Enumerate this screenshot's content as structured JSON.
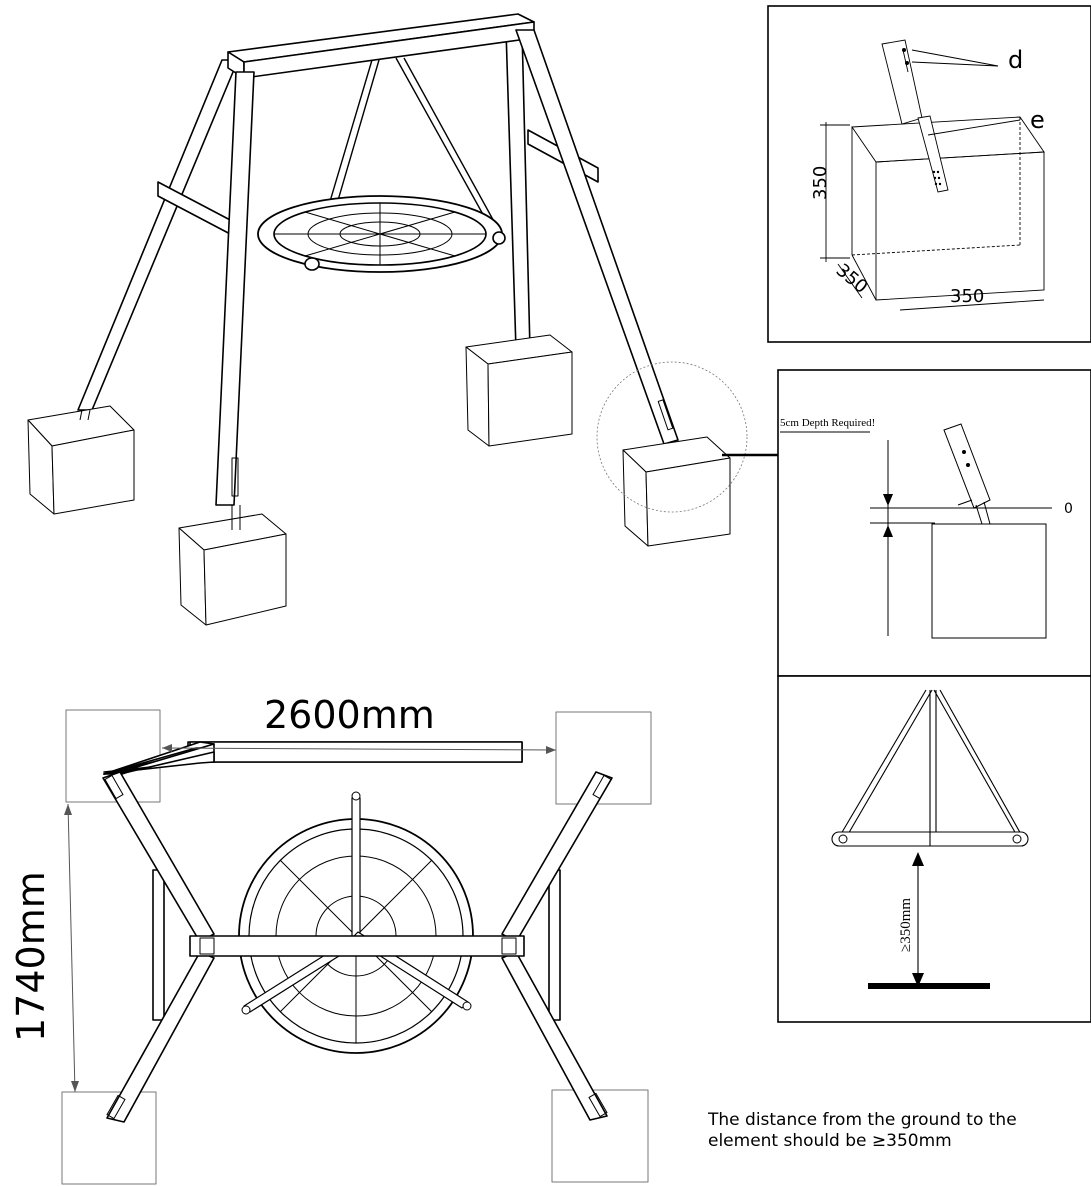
{
  "labels": {
    "d": "d",
    "e": "e",
    "cube_height": "350",
    "cube_depth": "350",
    "cube_width": "350",
    "depth_required": "5cm Depth Required!",
    "ground_zero": "0",
    "min_height": "≥350mm",
    "width_dim": "2600mm",
    "depth_dim": "1740mm"
  },
  "note": {
    "line1": "The distance from the ground to the",
    "line2": "element should be ≥350mm"
  },
  "colors": {
    "line": "#000000",
    "light_line": "#777777",
    "background": "#ffffff"
  }
}
